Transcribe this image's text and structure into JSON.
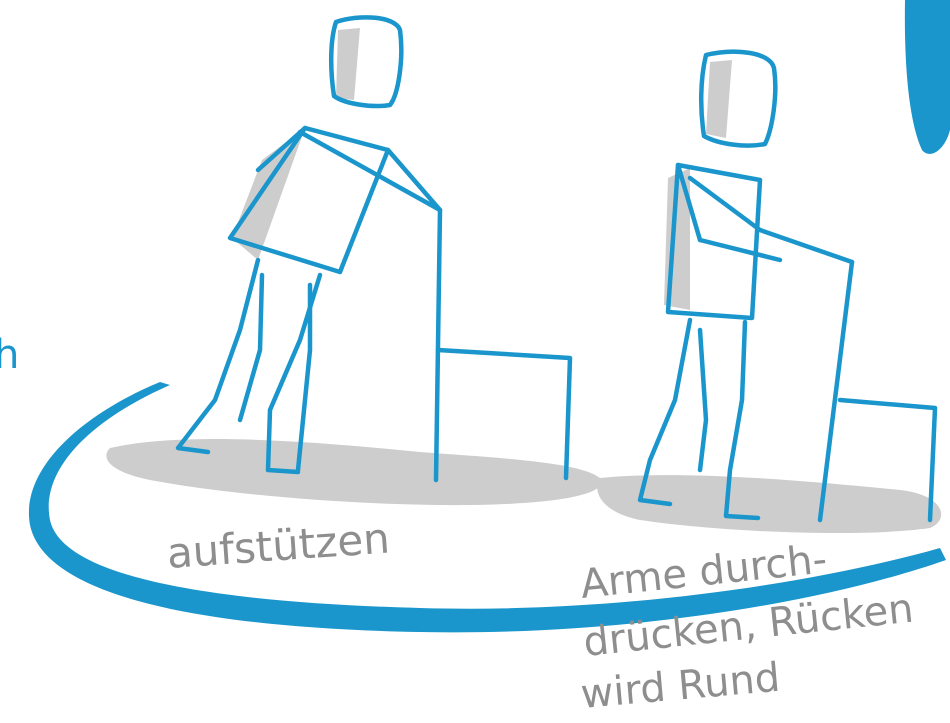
{
  "captions": {
    "left_label": "aufstützen",
    "right_label_line1": "Arme durch-",
    "right_label_line2": "drücken, Rücken",
    "right_label_line3": "wird Rund",
    "edge_fragment": "h"
  },
  "colors": {
    "ink_blue": "#1a96cc",
    "shadow_gray": "#cdcdcd",
    "caption_gray": "#8e8e8e",
    "background": "#ffffff"
  }
}
